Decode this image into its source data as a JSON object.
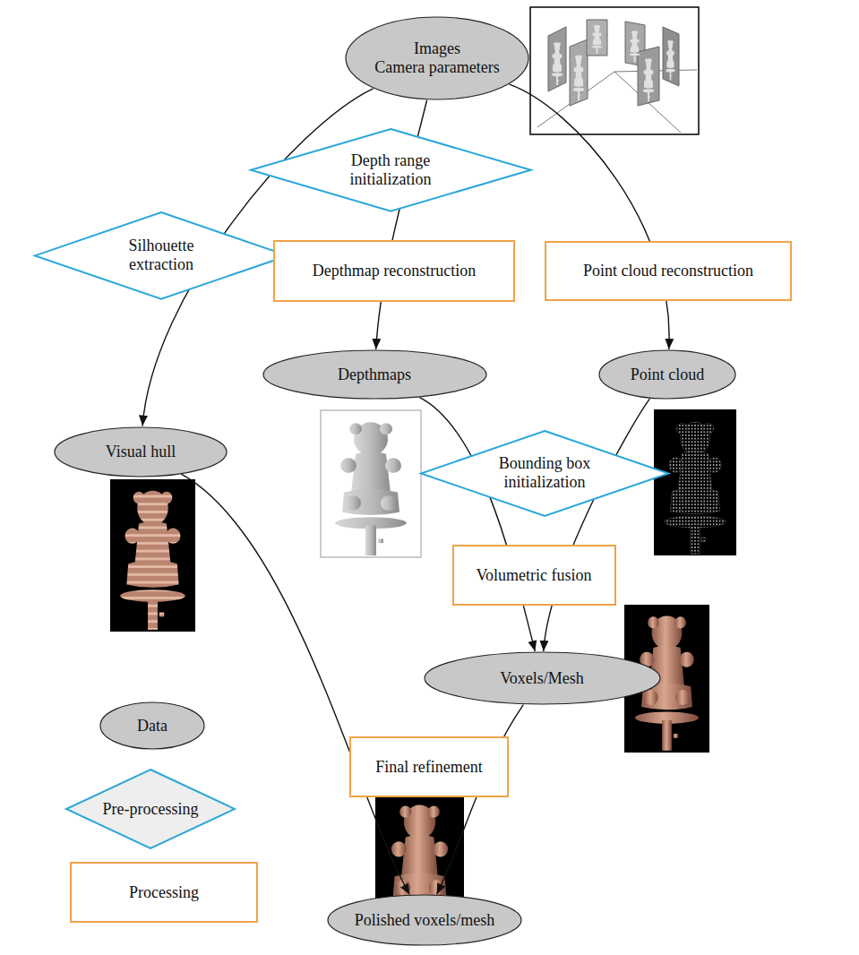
{
  "diagram": {
    "nodes": [
      {
        "text": [
          "Images",
          "Camera parameters"
        ]
      },
      {
        "text": [
          "Depth range initialization"
        ]
      },
      {
        "text": [
          "Silhouette extraction"
        ]
      },
      {
        "text": [
          "Depthmap reconstruction"
        ]
      },
      {
        "text": [
          "Point cloud reconstruction"
        ]
      },
      {
        "text": [
          "Depthmaps"
        ]
      },
      {
        "text": [
          "Point cloud"
        ]
      },
      {
        "text": [
          "Visual hull"
        ]
      },
      {
        "text": [
          "Bounding box initialization"
        ]
      },
      {
        "text": [
          "Volumetric fusion"
        ]
      },
      {
        "text": [
          "Voxels/Mesh"
        ]
      },
      {
        "text": [
          "Final refinement"
        ]
      },
      {
        "text": [
          "Polished voxels/mesh"
        ]
      }
    ],
    "edges": [
      {
        "from": 0,
        "to": 7,
        "arrow": "to"
      },
      {
        "from": 0,
        "to": 5,
        "arrow": "to"
      },
      {
        "from": 0,
        "to": 6,
        "arrow": "to"
      },
      {
        "from": 5,
        "to": 10,
        "arrow": "to"
      },
      {
        "from": 6,
        "to": 10,
        "arrow": "to"
      },
      {
        "from": 7,
        "to": 12,
        "arrow": "to"
      },
      {
        "from": 10,
        "to": 12,
        "arrow": "to"
      }
    ],
    "legend": [
      {
        "text": "Data"
      },
      {
        "text": "Pre-processing"
      },
      {
        "text": "Processing"
      }
    ]
  }
}
